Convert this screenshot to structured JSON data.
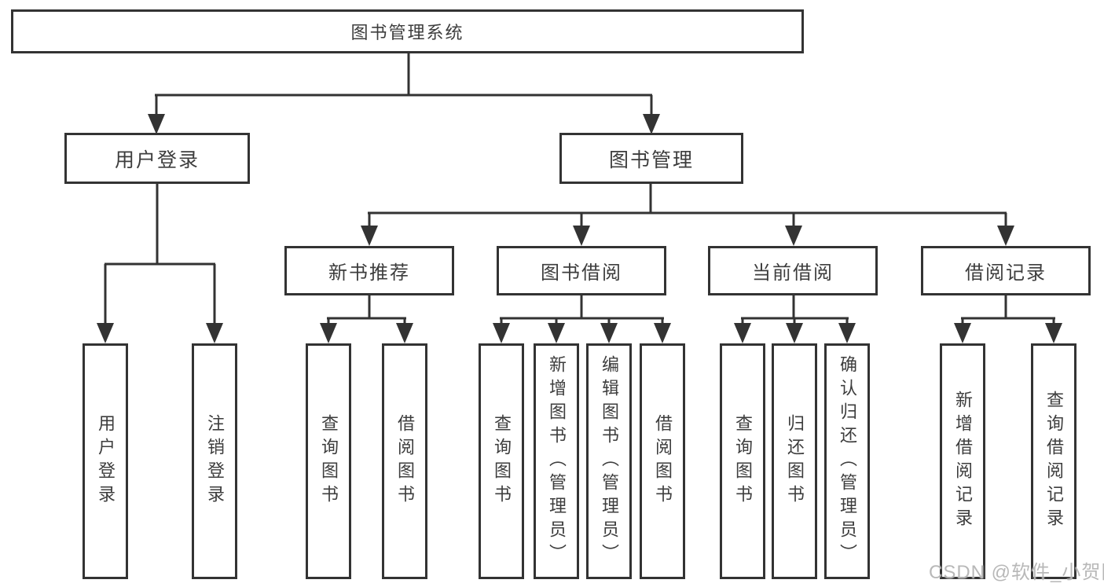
{
  "tree": {
    "root": {
      "label": "图书管理系统"
    },
    "branches": [
      {
        "label": "用户登录",
        "children": [
          "用户登录",
          "注销登录"
        ]
      },
      {
        "label": "图书管理",
        "sections": [
          {
            "label": "新书推荐",
            "children": [
              "查询图书",
              "借阅图书"
            ]
          },
          {
            "label": "图书借阅",
            "children": [
              "查询图书",
              "新增图书（管理员）",
              "编辑图书（管理员）",
              "借阅图书"
            ]
          },
          {
            "label": "当前借阅",
            "children": [
              "查询图书",
              "归还图书",
              "确认归还（管理员）"
            ]
          },
          {
            "label": "借阅记录",
            "children": [
              "新增借阅记录",
              "查询借阅记录"
            ]
          }
        ]
      }
    ]
  },
  "watermark": {
    "text": "CSDN @软件_小贺同学"
  },
  "colors": {
    "line": "#333333",
    "box_border": "#333333",
    "text": "#3d3d3d",
    "background": "#ffffff",
    "watermark": "#b2b2b2"
  }
}
